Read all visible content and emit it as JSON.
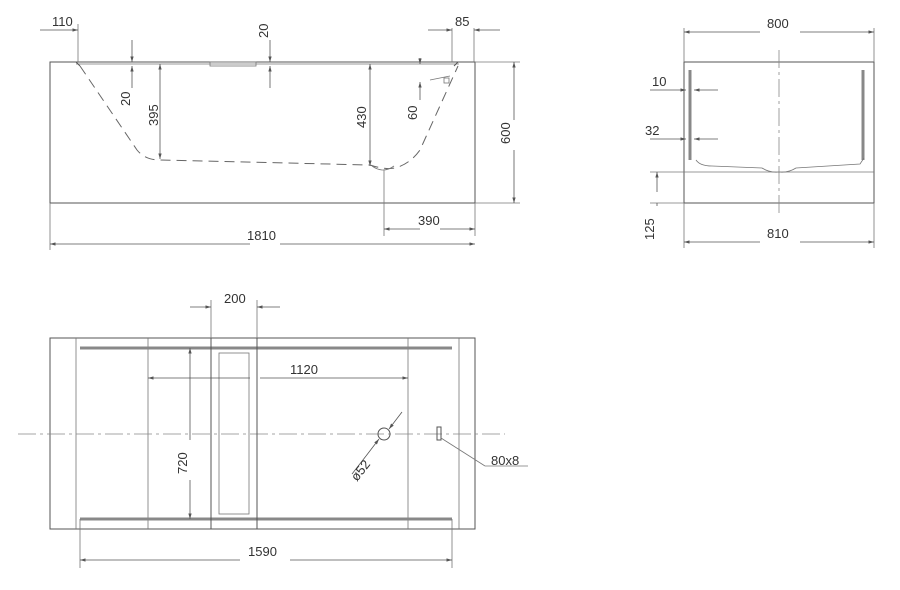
{
  "side_view": {
    "dims": {
      "rim_left": "110",
      "top_depth": "20",
      "rim_right": "85",
      "inner_step": "20",
      "depth_left": "395",
      "depth_drain": "430",
      "overflow_height": "60",
      "total_height": "600",
      "drain_offset": "390",
      "total_length": "1810"
    }
  },
  "end_view": {
    "dims": {
      "top_width": "800",
      "wall_10": "10",
      "wall_32": "32",
      "base_height": "125",
      "bottom_width": "810"
    }
  },
  "plan_view": {
    "dims": {
      "tray_width": "200",
      "inner_span": "1120",
      "inner_width": "720",
      "drain_diameter": "ø52",
      "overflow_size": "80x8",
      "rail_length": "1590"
    }
  },
  "colors": {
    "line": "#555555",
    "text": "#333333",
    "background": "#ffffff"
  }
}
